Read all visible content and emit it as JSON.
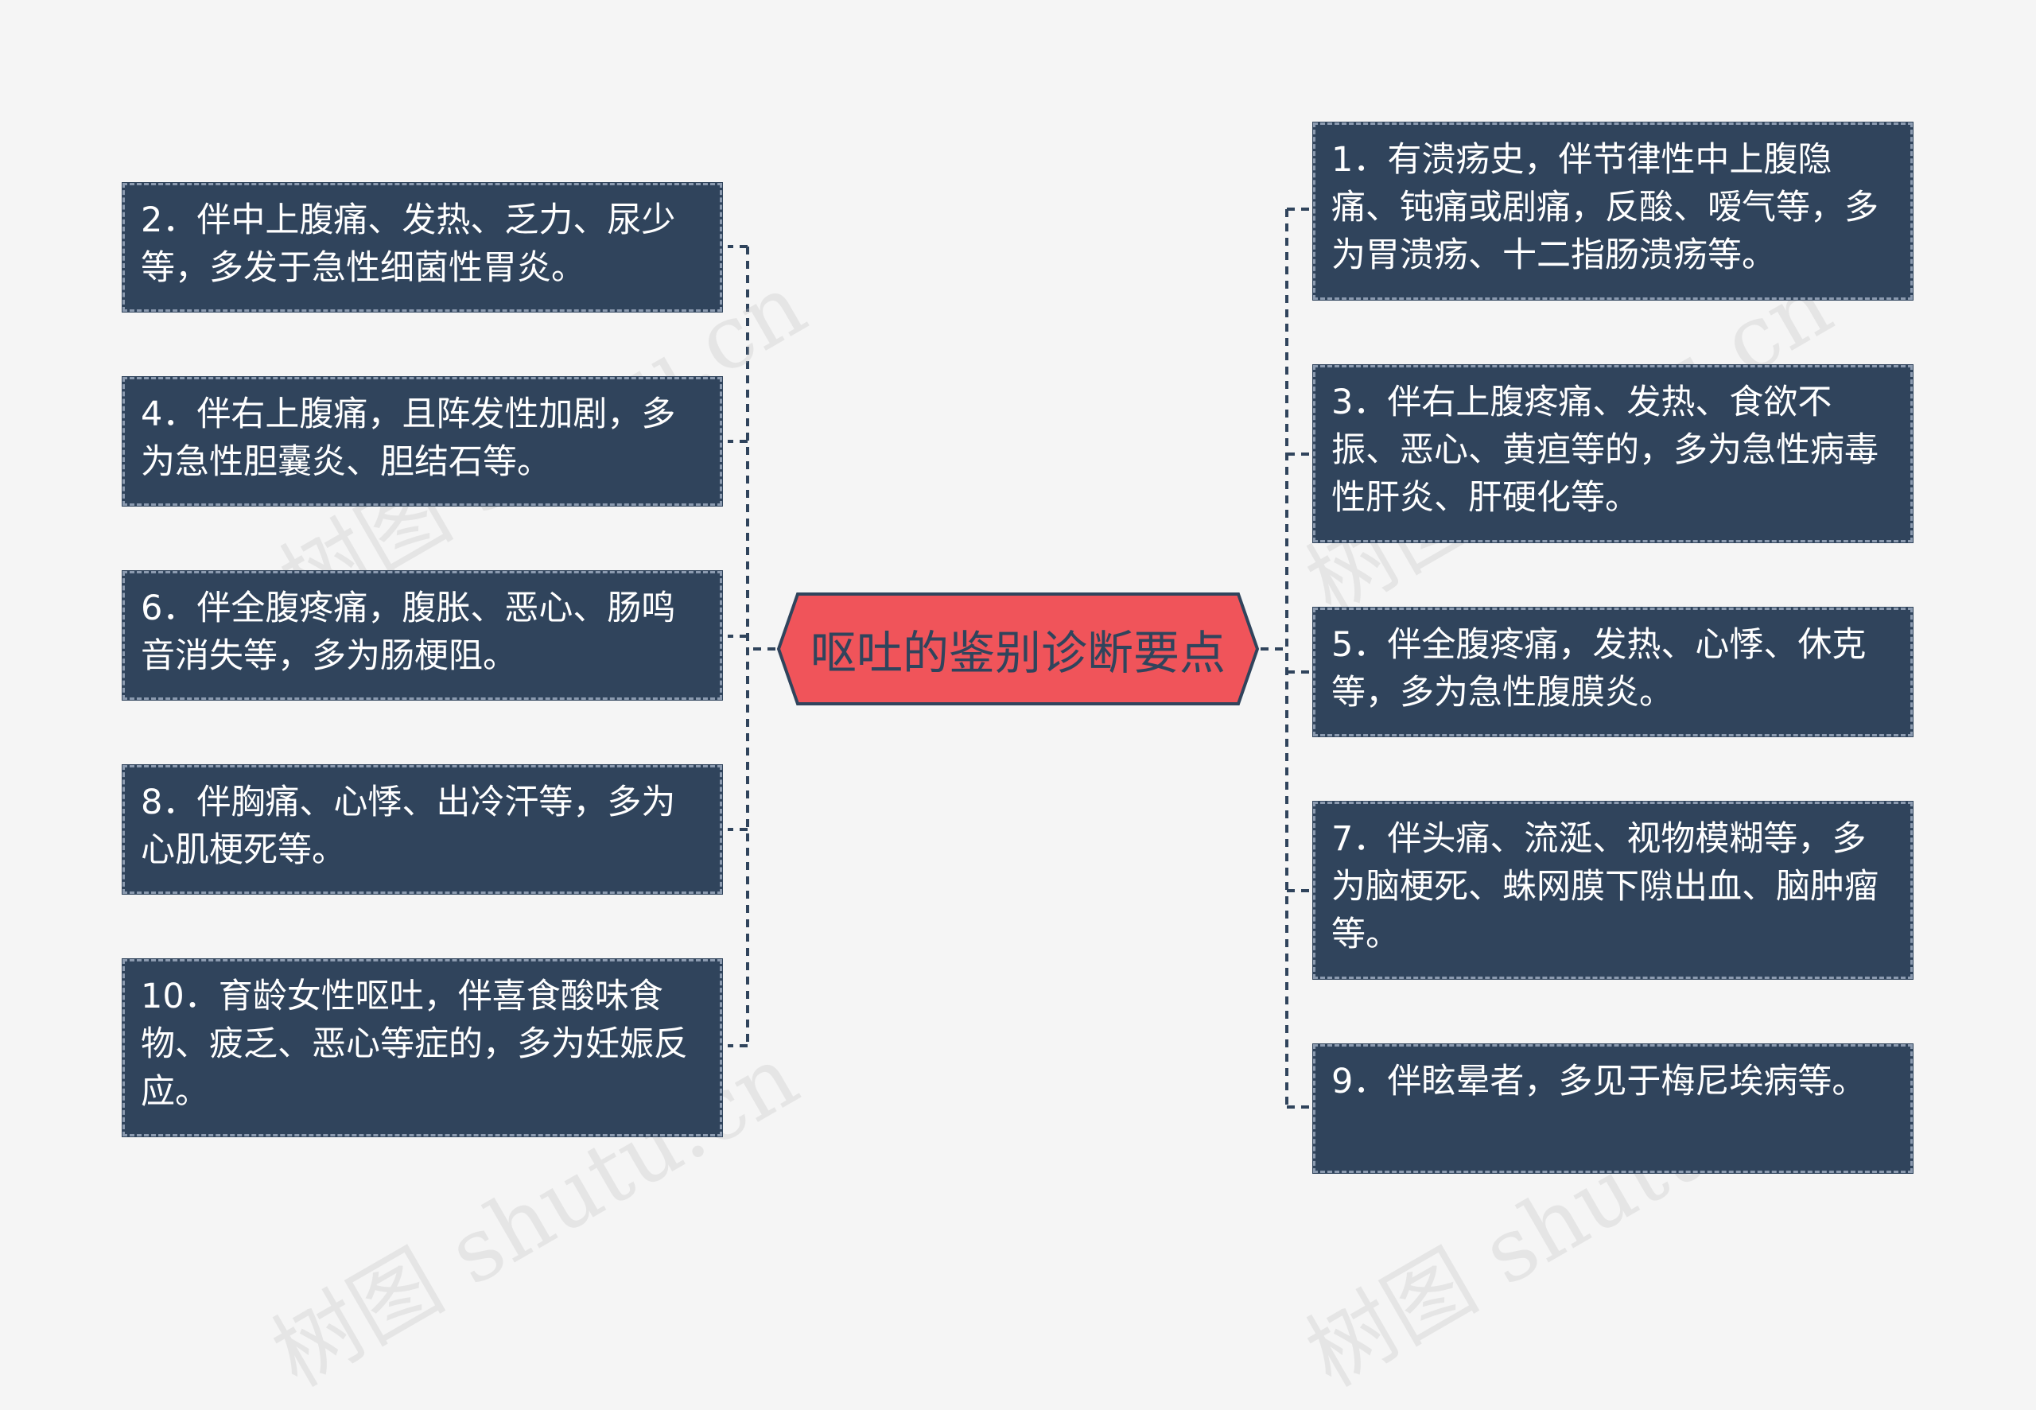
{
  "center": {
    "title": "呕吐的鉴别诊断要点"
  },
  "left_nodes": [
    {
      "text": "2．伴中上腹痛、发热、乏力、尿少等，多发于急性细菌性胃炎。"
    },
    {
      "text": "4．伴右上腹痛，且阵发性加剧，多为急性胆囊炎、胆结石等。"
    },
    {
      "text": "6．伴全腹疼痛，腹胀、恶心、肠鸣音消失等，多为肠梗阻。"
    },
    {
      "text": "8．伴胸痛、心悸、出冷汗等，多为心肌梗死等。"
    },
    {
      "text": "10．育龄女性呕吐，伴喜食酸味食物、疲乏、恶心等症的，多为妊娠反应。"
    }
  ],
  "right_nodes": [
    {
      "text": "1．有溃疡史，伴节律性中上腹隐痛、钝痛或剧痛，反酸、嗳气等，多为胃溃疡、十二指肠溃疡等。"
    },
    {
      "text": "3．伴右上腹疼痛、发热、食欲不振、恶心、黄疸等的，多为急性病毒性肝炎、肝硬化等。"
    },
    {
      "text": "5．伴全腹疼痛，发热、心悸、休克等，多为急性腹膜炎。"
    },
    {
      "text": "7．伴头痛、流涎、视物模糊等，多为脑梗死、蛛网膜下隙出血、脑肿瘤等。"
    },
    {
      "text": "9．伴眩晕者，多见于梅尼埃病等。"
    }
  ],
  "watermark": "树图 shutu.cn",
  "colors": {
    "background": "#f5f5f5",
    "node_fill": "#30445c",
    "node_text": "#ffffff",
    "center_fill": "#f0545a",
    "center_border": "#30445c",
    "connector": "#30445c"
  }
}
